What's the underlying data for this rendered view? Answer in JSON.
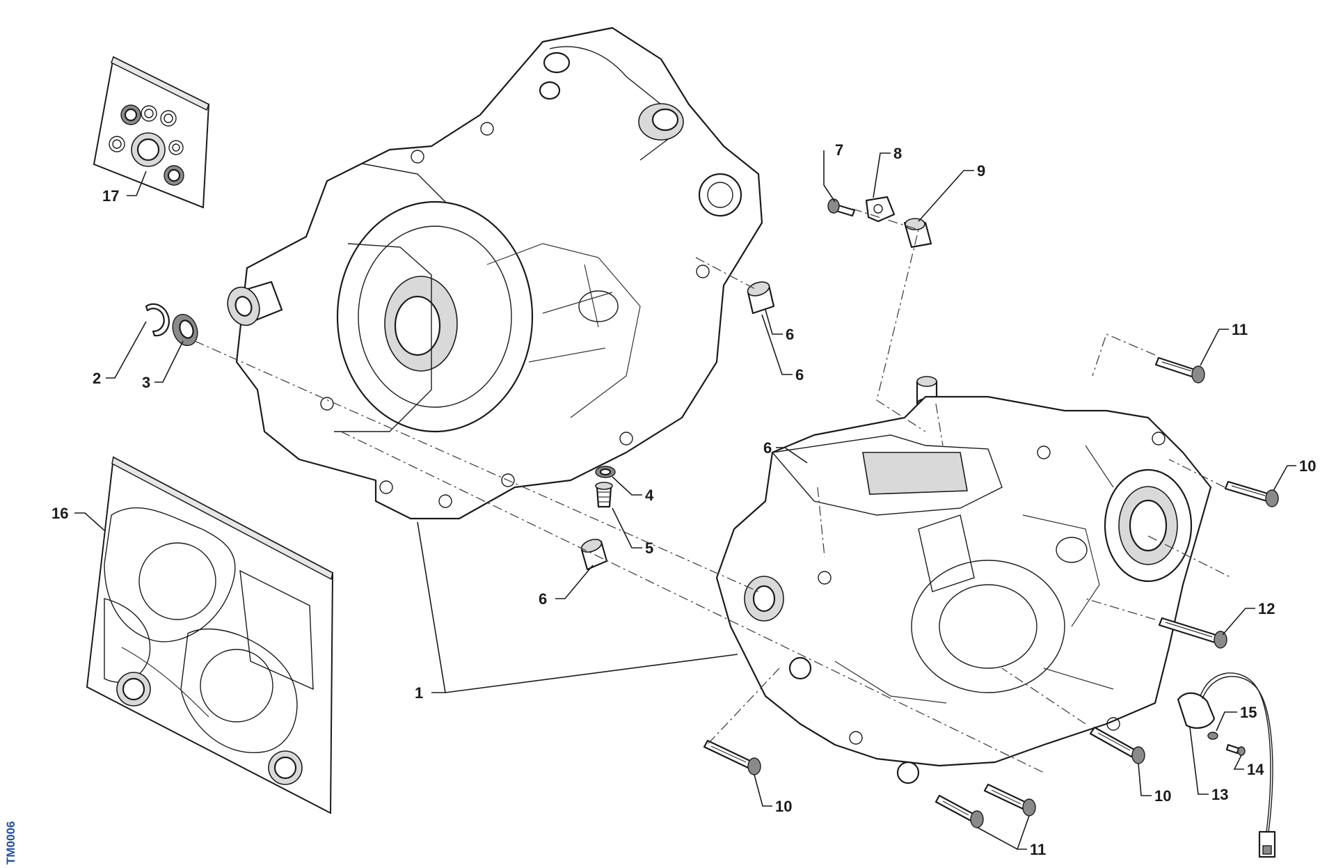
{
  "diagram": {
    "drawing_code": "TM0006",
    "callouts": [
      {
        "id": "c17",
        "label": "17"
      },
      {
        "id": "c2",
        "label": "2"
      },
      {
        "id": "c3",
        "label": "3"
      },
      {
        "id": "c16",
        "label": "16"
      },
      {
        "id": "c4",
        "label": "4"
      },
      {
        "id": "c5",
        "label": "5"
      },
      {
        "id": "c6a",
        "label": "6"
      },
      {
        "id": "c6b",
        "label": "6"
      },
      {
        "id": "c6c",
        "label": "6"
      },
      {
        "id": "c6d",
        "label": "6"
      },
      {
        "id": "c7",
        "label": "7"
      },
      {
        "id": "c8",
        "label": "8"
      },
      {
        "id": "c9",
        "label": "9"
      },
      {
        "id": "c11a",
        "label": "11"
      },
      {
        "id": "c10a",
        "label": "10"
      },
      {
        "id": "c12",
        "label": "12"
      },
      {
        "id": "c15",
        "label": "15"
      },
      {
        "id": "c14",
        "label": "14"
      },
      {
        "id": "c13",
        "label": "13"
      },
      {
        "id": "c10b",
        "label": "10"
      },
      {
        "id": "c10c",
        "label": "10"
      },
      {
        "id": "c11b",
        "label": "11"
      },
      {
        "id": "c1",
        "label": "1"
      }
    ]
  }
}
